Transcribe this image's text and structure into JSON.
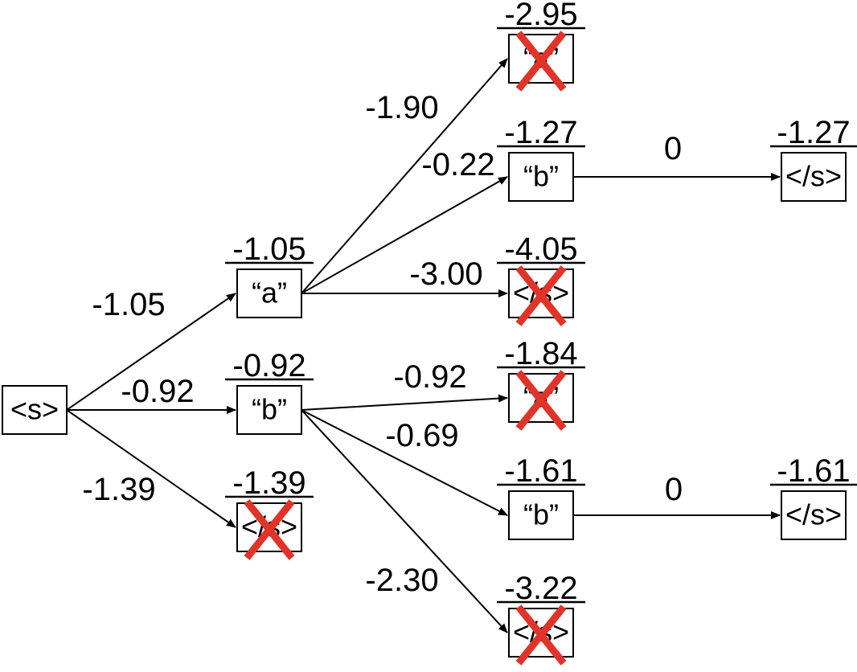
{
  "tree": {
    "nodes": [
      {
        "id": "root",
        "label": "<s>",
        "score": "",
        "pruned": false
      },
      {
        "id": "a1",
        "label": "“a”",
        "score": "-1.05",
        "pruned": false
      },
      {
        "id": "b1",
        "label": "“b”",
        "score": "-0.92",
        "pruned": false
      },
      {
        "id": "e1",
        "label": "</s>",
        "score": "-1.39",
        "pruned": true
      },
      {
        "id": "aa",
        "label": "“a”",
        "score": "-2.95",
        "pruned": true
      },
      {
        "id": "ab",
        "label": "“b”",
        "score": "-1.27",
        "pruned": false
      },
      {
        "id": "ae",
        "label": "</s>",
        "score": "-4.05",
        "pruned": true
      },
      {
        "id": "ba",
        "label": "“a”",
        "score": "-1.84",
        "pruned": true
      },
      {
        "id": "bb",
        "label": "“b”",
        "score": "-1.61",
        "pruned": false
      },
      {
        "id": "be",
        "label": "</s>",
        "score": "-3.22",
        "pruned": true
      },
      {
        "id": "abe",
        "label": "</s>",
        "score": "-1.27",
        "pruned": false
      },
      {
        "id": "bbe",
        "label": "</s>",
        "score": "-1.61",
        "pruned": false
      }
    ],
    "edges": [
      {
        "from": "root",
        "to": "a1",
        "label": "-1.05"
      },
      {
        "from": "root",
        "to": "b1",
        "label": "-0.92"
      },
      {
        "from": "root",
        "to": "e1",
        "label": "-1.39"
      },
      {
        "from": "a1",
        "to": "aa",
        "label": "-1.90"
      },
      {
        "from": "a1",
        "to": "ab",
        "label": "-0.22"
      },
      {
        "from": "a1",
        "to": "ae",
        "label": "-3.00"
      },
      {
        "from": "b1",
        "to": "ba",
        "label": "-0.92"
      },
      {
        "from": "b1",
        "to": "bb",
        "label": "-0.69"
      },
      {
        "from": "b1",
        "to": "be",
        "label": "-2.30"
      },
      {
        "from": "ab",
        "to": "abe",
        "label": "0"
      },
      {
        "from": "bb",
        "to": "bbe",
        "label": "0"
      }
    ]
  },
  "colors": {
    "pruned_mark": "#e0342a",
    "stroke": "#000000"
  }
}
